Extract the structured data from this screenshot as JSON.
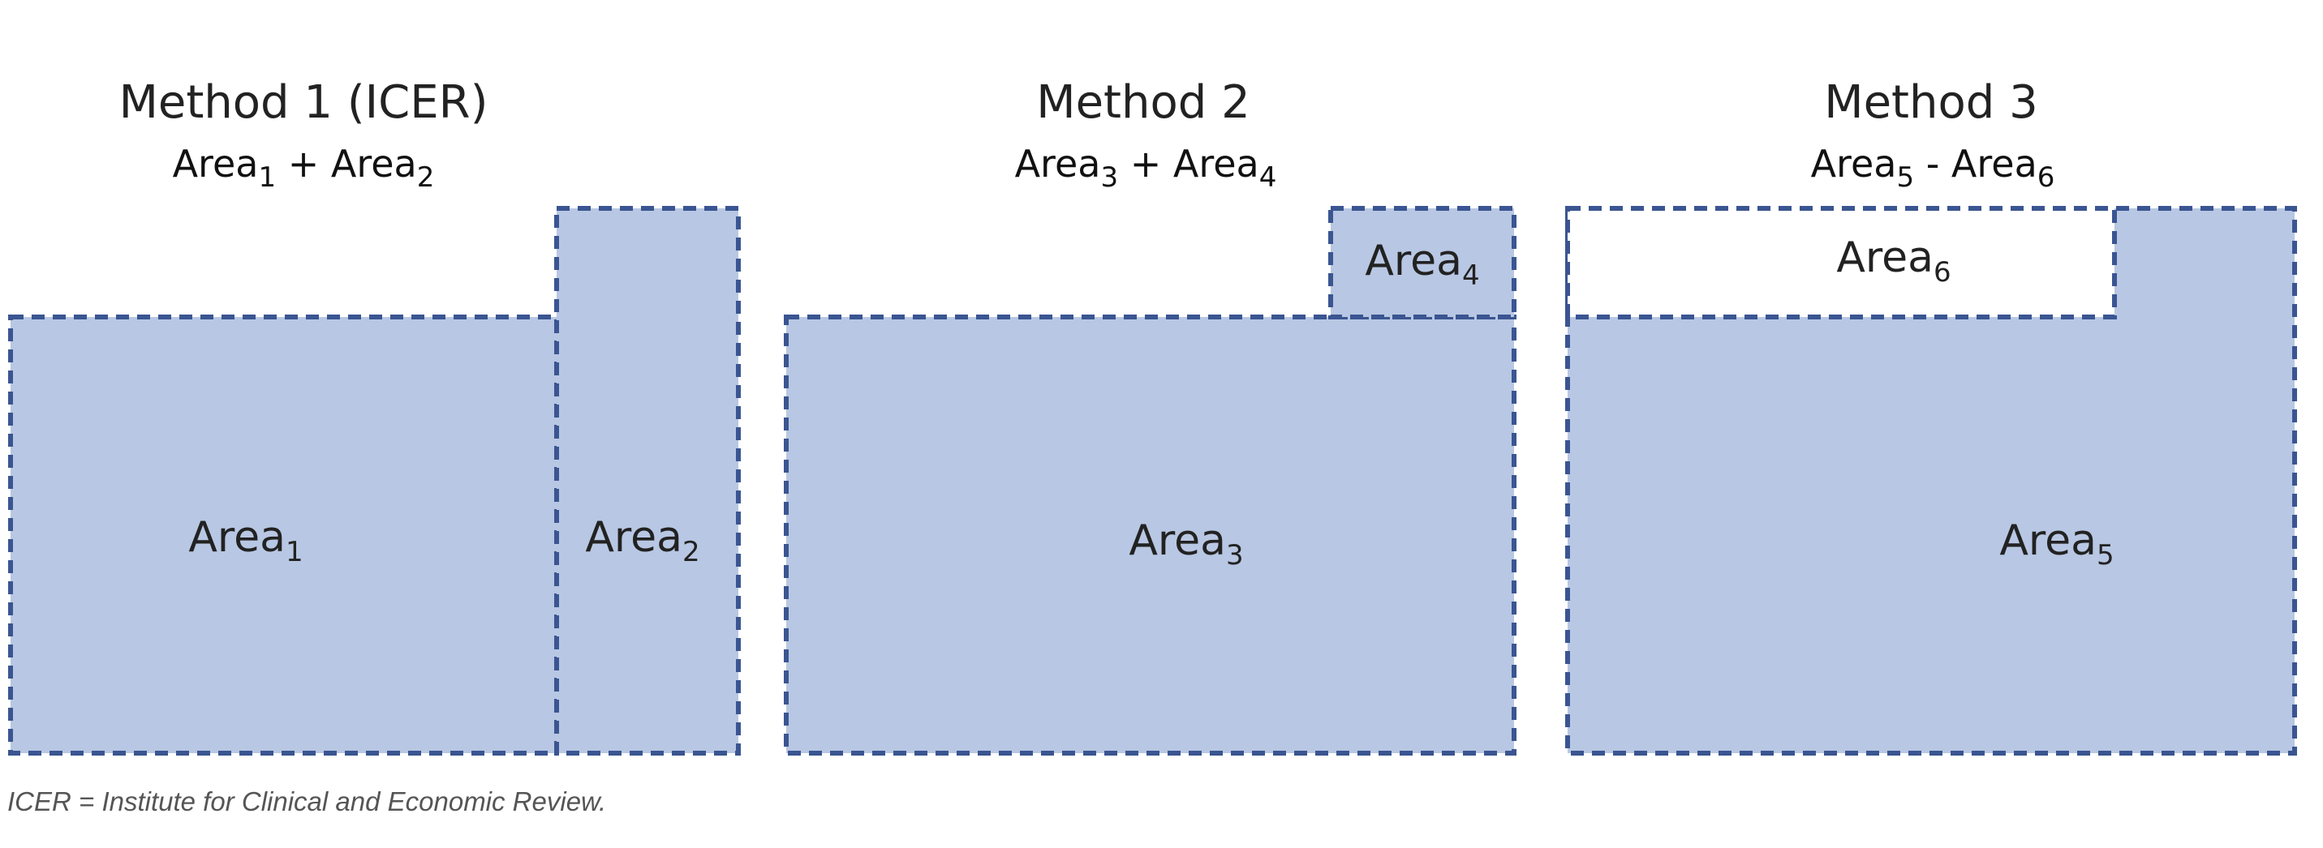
{
  "methods": [
    {
      "title": "Method 1 (ICER)",
      "formula": {
        "a": "Area",
        "a_sub": "1",
        "op": " + ",
        "b": "Area",
        "b_sub": "2"
      }
    },
    {
      "title": "Method 2",
      "formula": {
        "a": "Area",
        "a_sub": "3",
        "op": " + ",
        "b": "Area",
        "b_sub": "4"
      }
    },
    {
      "title": "Method 3",
      "formula": {
        "a": "Area",
        "a_sub": "5",
        "op": " - ",
        "b": "Area",
        "b_sub": "6"
      }
    }
  ],
  "areas": [
    {
      "base": "Area",
      "sub": "1"
    },
    {
      "base": "Area",
      "sub": "2"
    },
    {
      "base": "Area",
      "sub": "3"
    },
    {
      "base": "Area",
      "sub": "4"
    },
    {
      "base": "Area",
      "sub": "5"
    },
    {
      "base": "Area",
      "sub": "6"
    }
  ],
  "colors": {
    "fill": "#B8C7E3",
    "stroke": "#3A5591"
  },
  "footnote": "ICER = Institute for Clinical and Economic Review."
}
